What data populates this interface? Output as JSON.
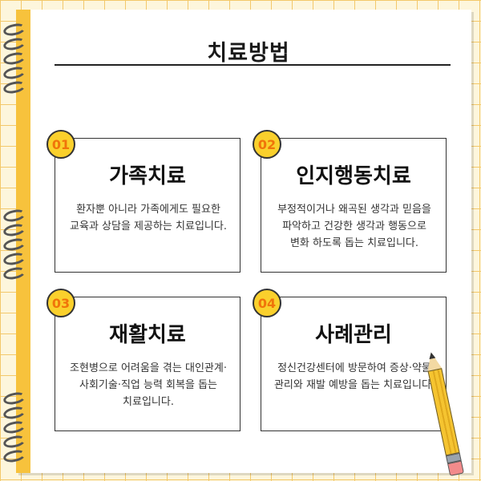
{
  "title": "치료방법",
  "cards": [
    {
      "number": "01",
      "title": "가족치료",
      "body": "환자뿐 아니라 가족에게도 필요한 교육과 상담을 제공하는 치료입니다."
    },
    {
      "number": "02",
      "title": "인지행동치료",
      "body": "부정적이거나 왜곡된 생각과 믿음을 파악하고 건강한 생각과 행동으로 변화 하도록 돕는 치료입니다."
    },
    {
      "number": "03",
      "title": "재활치료",
      "body": "조현병으로 어려움을 겪는 대인관계·사회기술·직업 능력 회복을 돕는 치료입니다."
    },
    {
      "number": "04",
      "title": "사례관리",
      "body": "정신건강센터에 방문하여 증상·약물 관리와 재발 예방을 돕는 치료입니다."
    }
  ],
  "colors": {
    "accent_yellow": "#fad02c",
    "number_orange": "#f0740a",
    "spine_yellow": "#f7c23c",
    "grid_line": "#f3c86a"
  },
  "icons": [
    "spiral-binding-ring-icon",
    "pencil-icon"
  ]
}
